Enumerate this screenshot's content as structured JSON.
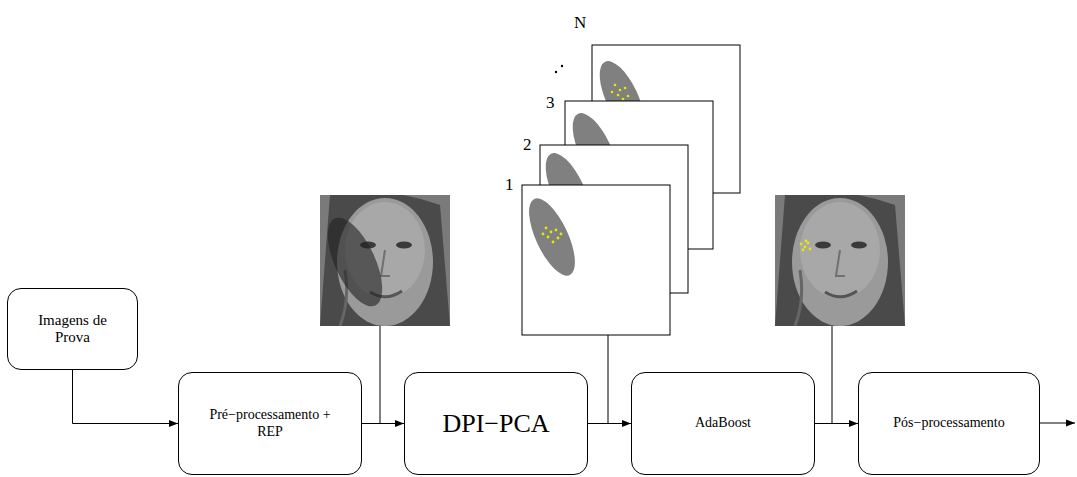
{
  "diagram": {
    "nodes": [
      {
        "text": [
          "Imagens de Prova"
        ]
      },
      {
        "text": [
          "Pré−processamento + REP"
        ]
      },
      {
        "text": [
          "DPI−PCA"
        ]
      },
      {
        "text": [
          "AdaBoost"
        ]
      },
      {
        "text": [
          "Pós−processamento"
        ]
      }
    ],
    "edges": [
      {
        "from": 0,
        "to": 1,
        "arrow": "to"
      },
      {
        "from": 1,
        "to": 2,
        "arrow": "to"
      },
      {
        "from": 2,
        "to": 3,
        "arrow": "to"
      },
      {
        "from": 3,
        "to": 4,
        "arrow": "to"
      }
    ],
    "labels": [
      "N",
      "3",
      "2",
      "1"
    ]
  }
}
